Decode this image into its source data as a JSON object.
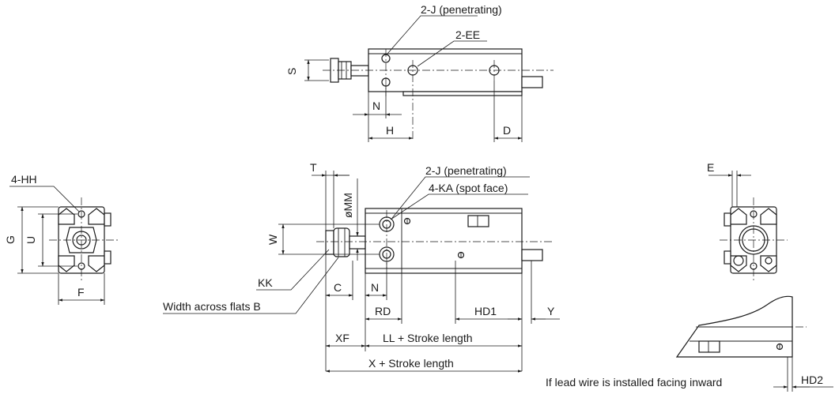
{
  "labels": {
    "j_penetrating_top": "2-J (penetrating)",
    "ee": "2-EE",
    "s": "S",
    "n_top": "N",
    "h": "H",
    "d": "D",
    "hh": "4-HH",
    "g": "G",
    "u": "U",
    "f": "F",
    "t": "T",
    "j_penetrating_front": "2-J (penetrating)",
    "ka": "4-KA (spot face)",
    "mm": "øMM",
    "w": "W",
    "kk": "KK",
    "width_across_flats": "Width across flats B",
    "c": "C",
    "n_front": "N",
    "rd": "RD",
    "hd1": "HD1",
    "y": "Y",
    "xf": "XF",
    "ll": "LL + Stroke length",
    "x": "X + Stroke length",
    "e": "E",
    "lead_wire_note": "If lead wire is installed facing inward",
    "hd2": "HD2"
  }
}
